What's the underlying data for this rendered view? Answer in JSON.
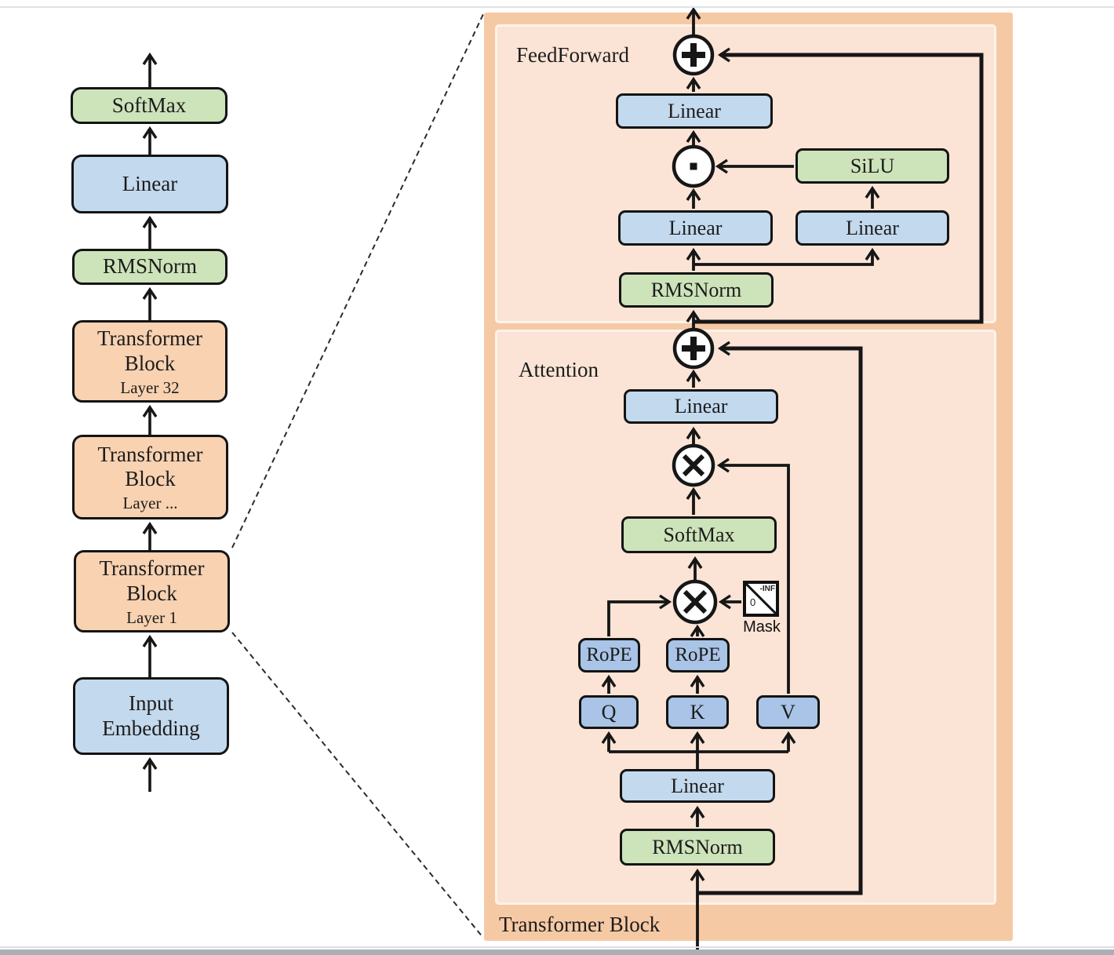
{
  "diagram": {
    "left_column": {
      "nodes": [
        {
          "id": "softmax",
          "label": "SoftMax"
        },
        {
          "id": "linear",
          "label": "Linear"
        },
        {
          "id": "rmsnorm",
          "label": "RMSNorm"
        },
        {
          "id": "transformer-block-32",
          "label": "Transformer Block",
          "sublabel": "Layer 32"
        },
        {
          "id": "transformer-block-mid",
          "label": "Transformer Block",
          "sublabel": "Layer ..."
        },
        {
          "id": "transformer-block-1",
          "label": "Transformer Block",
          "sublabel": "Layer 1"
        },
        {
          "id": "input-embedding",
          "label": "Input Embedding"
        }
      ]
    },
    "block_detail": {
      "title": "Transformer Block",
      "feedforward": {
        "label": "FeedForward",
        "linear_out": "Linear",
        "silu": "SiLU",
        "linear_gate": "Linear",
        "linear_up": "Linear",
        "rmsnorm": "RMSNorm"
      },
      "attention": {
        "label": "Attention",
        "linear_out": "Linear",
        "softmax": "SoftMax",
        "mask_label": "Mask",
        "mask_inf": "-INF",
        "mask_zero": "0",
        "rope_q": "RoPE",
        "rope_k": "RoPE",
        "q": "Q",
        "k": "K",
        "v": "V",
        "linear_qkv": "Linear",
        "rmsnorm": "RMSNorm"
      },
      "operators": {
        "add_top": "plus-circle",
        "elementwise_product": "dot-circle",
        "add_attention": "plus-circle",
        "matmul_av": "multiply-circle",
        "matmul_qk": "multiply-circle"
      }
    },
    "colors": {
      "green": "#cde3ba",
      "blue": "#c3d9ee",
      "qkv_blue": "#a9c4e6",
      "orange": "#f8d2b1",
      "panel_outer": "#f6c9a5",
      "panel_inner": "#fbe4d5",
      "line": "#161616"
    }
  }
}
